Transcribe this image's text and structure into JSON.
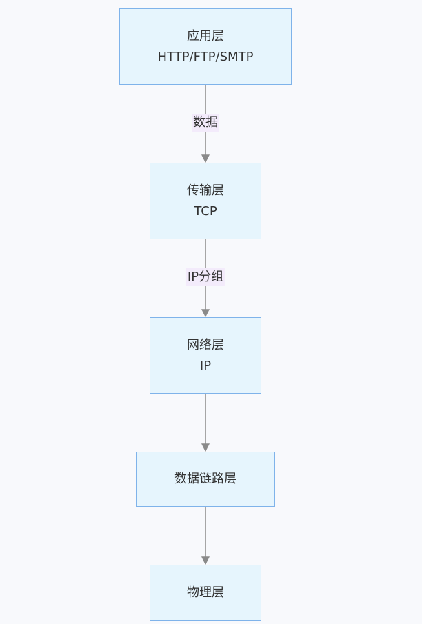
{
  "diagram": {
    "nodes": [
      {
        "id": "application",
        "lines": [
          "应用层",
          "HTTP/FTP/SMTP"
        ]
      },
      {
        "id": "transport",
        "lines": [
          "传输层",
          "TCP"
        ]
      },
      {
        "id": "network",
        "lines": [
          "网络层",
          "IP"
        ]
      },
      {
        "id": "datalink",
        "lines": [
          "数据链路层"
        ]
      },
      {
        "id": "physical",
        "lines": [
          "物理层"
        ]
      }
    ],
    "edges": [
      {
        "from": "application",
        "to": "transport",
        "label": "数据"
      },
      {
        "from": "transport",
        "to": "network",
        "label": "IP分组"
      },
      {
        "from": "network",
        "to": "datalink",
        "label": ""
      },
      {
        "from": "datalink",
        "to": "physical",
        "label": ""
      }
    ]
  },
  "colors": {
    "node_fill": "#e6f5fd",
    "node_border": "#7fb3ea",
    "edge": "#8a8a8a",
    "edge_label_bg": "#f3ebfb"
  }
}
